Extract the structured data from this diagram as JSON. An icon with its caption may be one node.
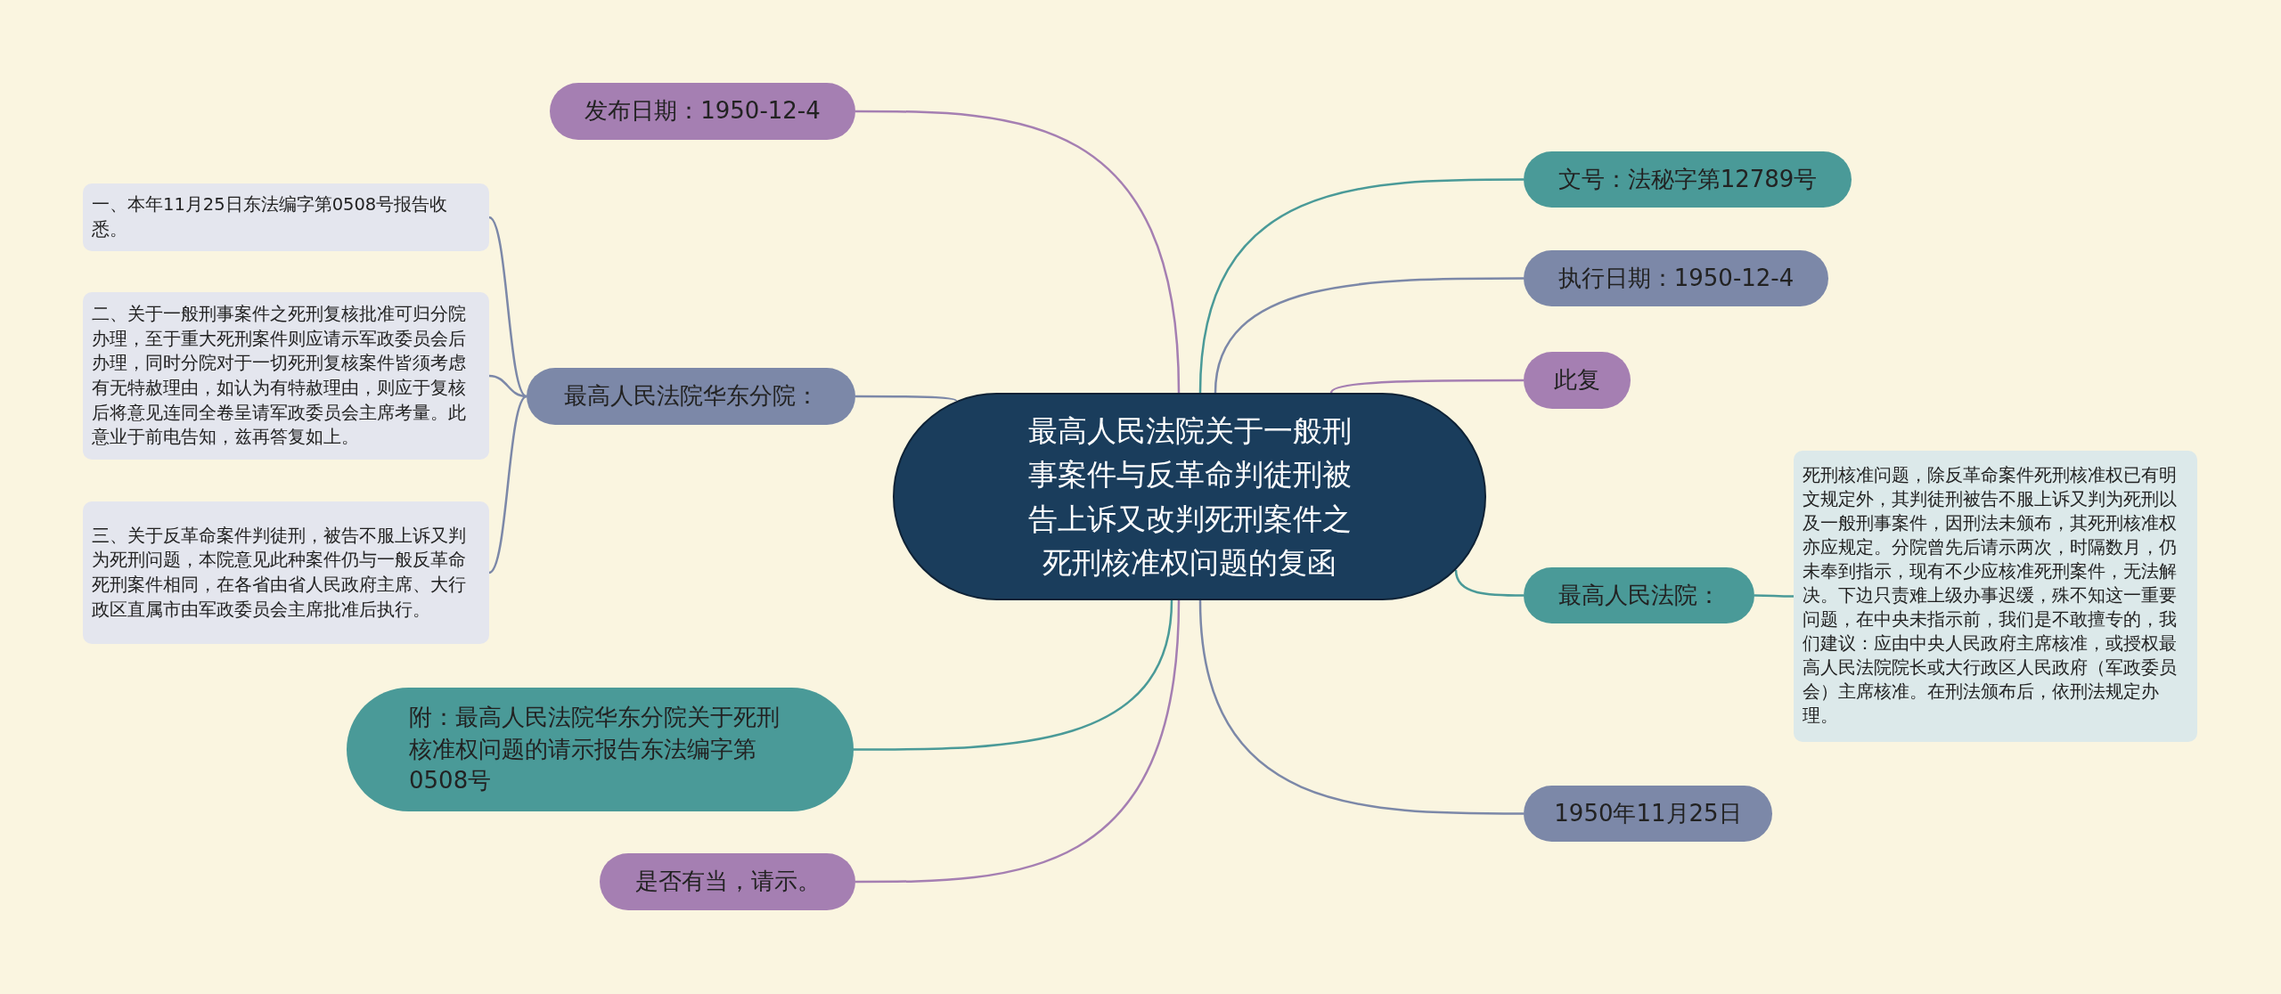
{
  "diagram": {
    "nodes": [
      {
        "text": [
          "最高人民法院关于一般刑事案件与反革命判徒刑被告上诉又改判死刑案件之死刑核准权问题的复函"
        ]
      },
      {
        "text": [
          "发布日期：1950-12-4"
        ]
      },
      {
        "text": [
          "最高人民法院华东分院："
        ]
      },
      {
        "text": [
          "一、本年11月25日东法编字第0508号报告收悉。"
        ]
      },
      {
        "text": [
          "二、关于一般刑事案件之死刑复核批准可归分院办理，至于重大死刑案件则应请示军政委员会后办理，同时分院对于一切死刑复核案件皆须考虑有无特赦理由，如认为有特赦理由，则应于复核后将意见连同全卷呈请军政委员会主席考量。此意业于前电告知，兹再答复如上。"
        ]
      },
      {
        "text": [
          "三、关于反革命案件判徒刑，被告不服上诉又判为死刑问题，本院意见此种案件仍与一般反革命死刑案件相同，在各省由省人民政府主席、大行政区直属市由军政委员会主席批准后执行。"
        ]
      },
      {
        "text": [
          "附：最高人民法院华东分院关于死刑核准权问题的请示报告东法编字第0508号"
        ]
      },
      {
        "text": [
          "是否有当，请示。"
        ]
      },
      {
        "text": [
          "文号：法秘字第12789号"
        ]
      },
      {
        "text": [
          "执行日期：1950-12-4"
        ]
      },
      {
        "text": [
          "此复"
        ]
      },
      {
        "text": [
          "最高人民法院："
        ]
      },
      {
        "text": [
          "死刑核准问题，除反革命案件死刑核准权已有明文规定外，其判徒刑被告不服上诉又判为死刑以及一般刑事案件，因刑法未颁布，其死刑核准权亦应规定。分院曾先后请示两次，时隔数月，仍未奉到指示，现有不少应核准死刑案件，无法解决。下边只责难上级办事迟缓，殊不知这一重要问题，在中央未指示前，我们是不敢擅专的，我们建议：应由中央人民政府主席核准，或授权最高人民法院院长或大行政区人民政府（军政委员会）主席核准。在刑法颁布后，依刑法规定办理。"
        ]
      },
      {
        "text": [
          "1950年11月25日"
        ]
      }
    ],
    "edges": [
      {
        "from": 0,
        "to": 1,
        "arrow": "none",
        "color": "#a57fb2"
      },
      {
        "from": 0,
        "to": 2,
        "arrow": "none"
      },
      {
        "from": 2,
        "to": 3,
        "arrow": "none"
      },
      {
        "from": 2,
        "to": 4,
        "arrow": "none"
      },
      {
        "from": 2,
        "to": 5,
        "arrow": "none"
      },
      {
        "from": 0,
        "to": 6,
        "arrow": "none",
        "color": "#4a9a98"
      },
      {
        "from": 0,
        "to": 7,
        "arrow": "none",
        "color": "#a57fb2"
      },
      {
        "from": 0,
        "to": 8,
        "arrow": "none",
        "color": "#4a9a98"
      },
      {
        "from": 0,
        "to": 9,
        "arrow": "none"
      },
      {
        "from": 0,
        "to": 10,
        "arrow": "none",
        "color": "#a57fb2"
      },
      {
        "from": 0,
        "to": 11,
        "arrow": "none",
        "color": "#4a9a98"
      },
      {
        "from": 11,
        "to": 12,
        "arrow": "none",
        "color": "#4a9a98"
      },
      {
        "from": 0,
        "to": 13,
        "arrow": "none"
      }
    ]
  }
}
